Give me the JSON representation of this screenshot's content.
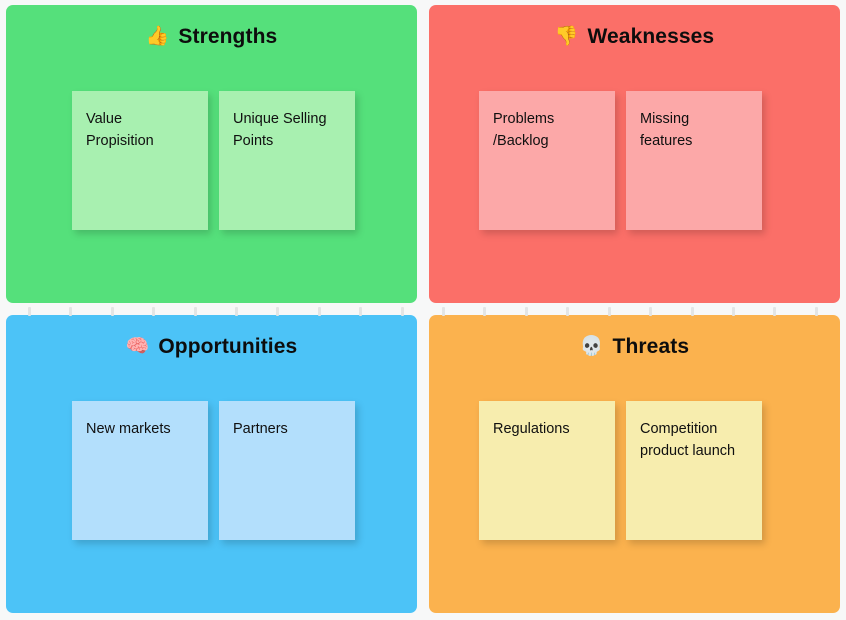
{
  "board": {
    "background_color": "#f7f8f8",
    "tick_color": "#e3e5e5",
    "tick_count": 20
  },
  "quadrants": [
    {
      "key": "strengths",
      "icon": "👍",
      "icon_name": "thumbs-up-icon",
      "title": "Strengths",
      "background_color": "#55e07b",
      "note_color": "#a8f0b0",
      "notes": [
        {
          "text": "Value\nPropisition"
        },
        {
          "text": "Unique Selling\nPoints"
        }
      ]
    },
    {
      "key": "weaknesses",
      "icon": "👎",
      "icon_name": "thumbs-down-icon",
      "title": "Weaknesses",
      "background_color": "#fb6f68",
      "note_color": "#fca8a8",
      "notes": [
        {
          "text": "Problems\n/Backlog"
        },
        {
          "text": "Missing\nfeatures"
        }
      ]
    },
    {
      "key": "opportunities",
      "icon": "🧠",
      "icon_name": "brain-icon",
      "title": "Opportunities",
      "background_color": "#4cc3f7",
      "note_color": "#b3dffc",
      "notes": [
        {
          "text": "New markets"
        },
        {
          "text": "Partners"
        }
      ]
    },
    {
      "key": "threats",
      "icon": "💀",
      "icon_name": "skull-icon",
      "title": "Threats",
      "background_color": "#fbb24e",
      "note_color": "#f7edae",
      "notes": [
        {
          "text": "Regulations"
        },
        {
          "text": "Competition\nproduct launch"
        }
      ]
    }
  ]
}
